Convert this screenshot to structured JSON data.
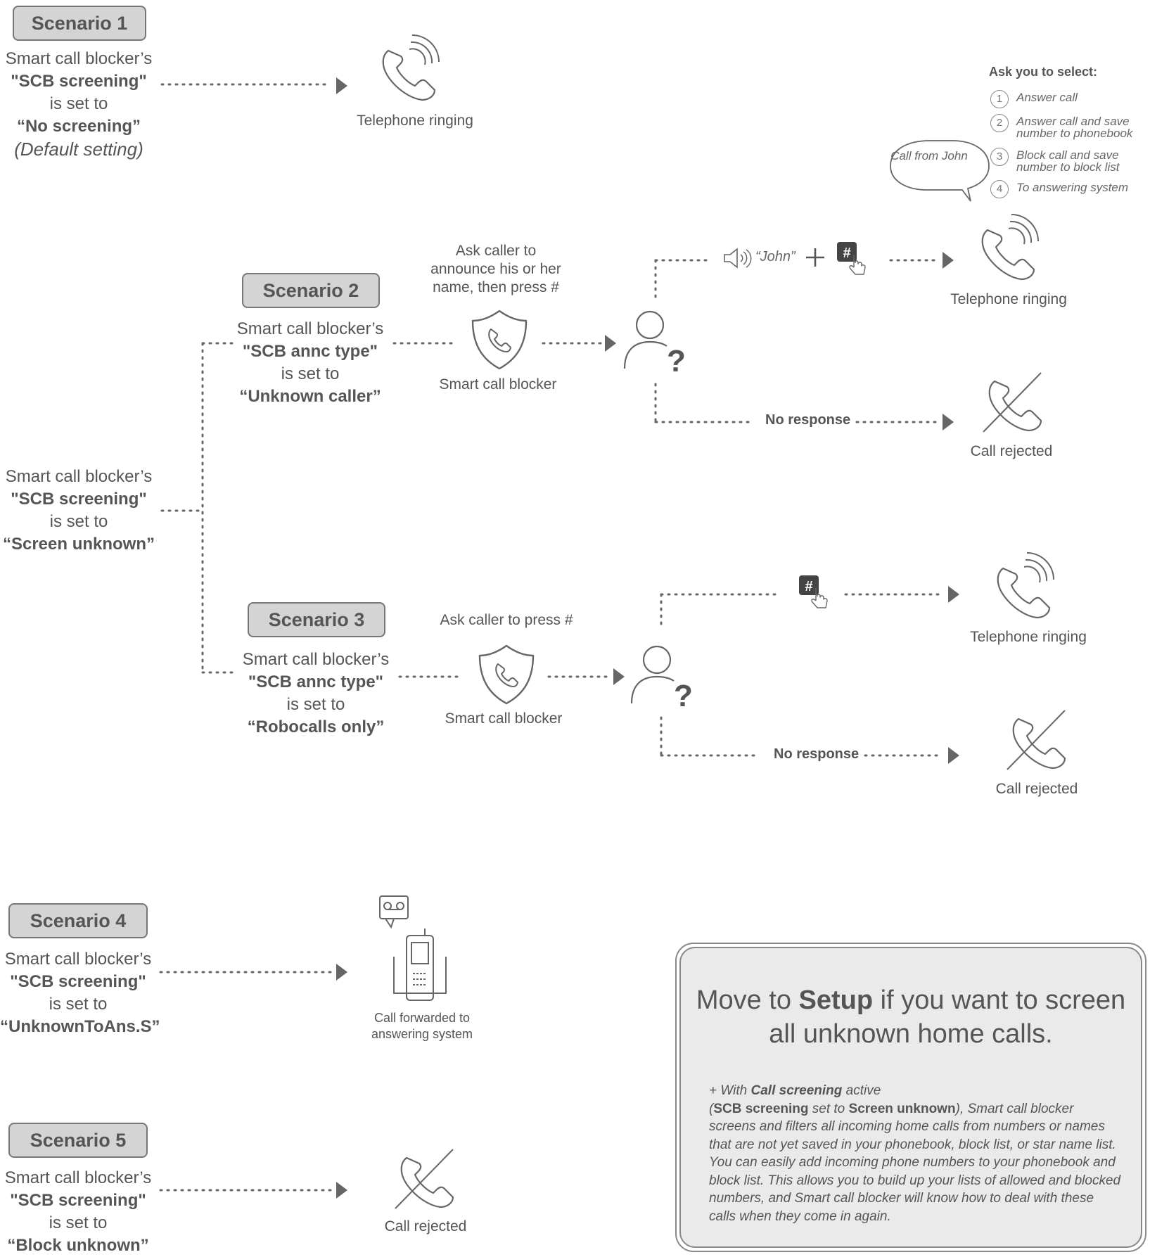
{
  "scenario1": {
    "title": "Scenario 1",
    "line1": "Smart call blocker’s",
    "line2": "\"SCB screening\"",
    "line3": "is set to",
    "line4": "“No screening”",
    "line5": "(Default setting)",
    "result_label": "Telephone ringing"
  },
  "ask_select": {
    "title": "Ask you to select:",
    "options": [
      {
        "num": "1",
        "text": "Answer call"
      },
      {
        "num": "2",
        "text": "Answer call and save number to phonebook"
      },
      {
        "num": "3",
        "text": "Block call and save number to block list"
      },
      {
        "num": "4",
        "text": "To answering system"
      }
    ],
    "bubble": "Call from John"
  },
  "screen_unknown": {
    "line1": "Smart call blocker’s",
    "line2": "\"SCB screening\"",
    "line3": "is set to",
    "line4": "“Screen unknown”"
  },
  "scenario2": {
    "title": "Scenario 2",
    "line1": "Smart call blocker’s",
    "line2": "\"SCB annc type\"",
    "line3": "is set to",
    "line4": "“Unknown caller”",
    "prompt": "Ask caller to announce his or her name, then press #",
    "blocker_label": "Smart call blocker",
    "voice_text": "“John”",
    "hash_key": "#",
    "ringing_label": "Telephone ringing",
    "no_response": "No response",
    "rejected_label": "Call rejected"
  },
  "scenario3": {
    "title": "Scenario 3",
    "line1": "Smart call blocker’s",
    "line2": "\"SCB annc type\"",
    "line3": "is set to",
    "line4": "“Robocalls only”",
    "prompt": "Ask caller to press #",
    "blocker_label": "Smart call blocker",
    "hash_key": "#",
    "ringing_label": "Telephone ringing",
    "no_response": "No response",
    "rejected_label": "Call rejected"
  },
  "scenario4": {
    "title": "Scenario 4",
    "line1": "Smart call blocker’s",
    "line2": "\"SCB screening\"",
    "line3": "is set to",
    "line4": "“UnknownToAns.S”",
    "result_label": "Call forwarded to answering system"
  },
  "scenario5": {
    "title": "Scenario 5",
    "line1": "Smart call blocker’s",
    "line2": "\"SCB screening\"",
    "line3": "is set to",
    "line4": "“Block unknown”",
    "result_label": "Call rejected"
  },
  "note": {
    "head_a": "Move to",
    "head_b": "Setup",
    "head_c": "if you want to screen all unknown home calls.",
    "p1": "+ With",
    "p2": "Call screening",
    "p3": "active",
    "p4": "(",
    "p5": "SCB screening",
    "p6": "set to",
    "p7": "Screen unknown",
    "p8": "), Smart call blocker screens and filters all incoming home calls from numbers or names that are not yet saved in your phonebook, block list, or star name list. You can easily add incoming phone numbers to your phonebook and block list. This allows you to build up your lists of allowed and blocked numbers, and Smart call blocker will know how to deal with these calls when they come in again."
  },
  "colors": {
    "line": "#666666",
    "pill_fill": "#d4d4d4",
    "note_fill": "#eaeaea",
    "text": "#555555"
  }
}
